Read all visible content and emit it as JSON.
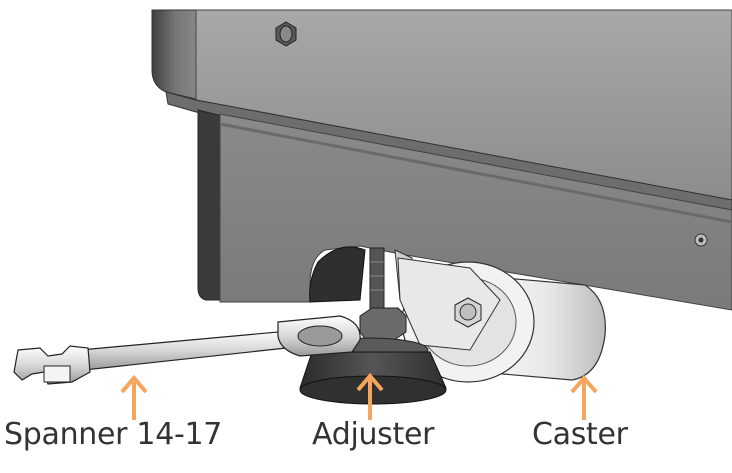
{
  "labels": {
    "spanner": "Spanner 14-17",
    "adjuster": "Adjuster",
    "caster": "Caster"
  },
  "colors": {
    "arrow": "#f5a55c",
    "text": "#333333",
    "housing": "#8f8f8f",
    "housing_dark": "#5f5f5f",
    "metal_light": "#e9e9e9"
  },
  "icons": [
    "arrow-up-icon",
    "spanner-icon",
    "adjuster-foot-icon",
    "caster-wheel-icon"
  ]
}
